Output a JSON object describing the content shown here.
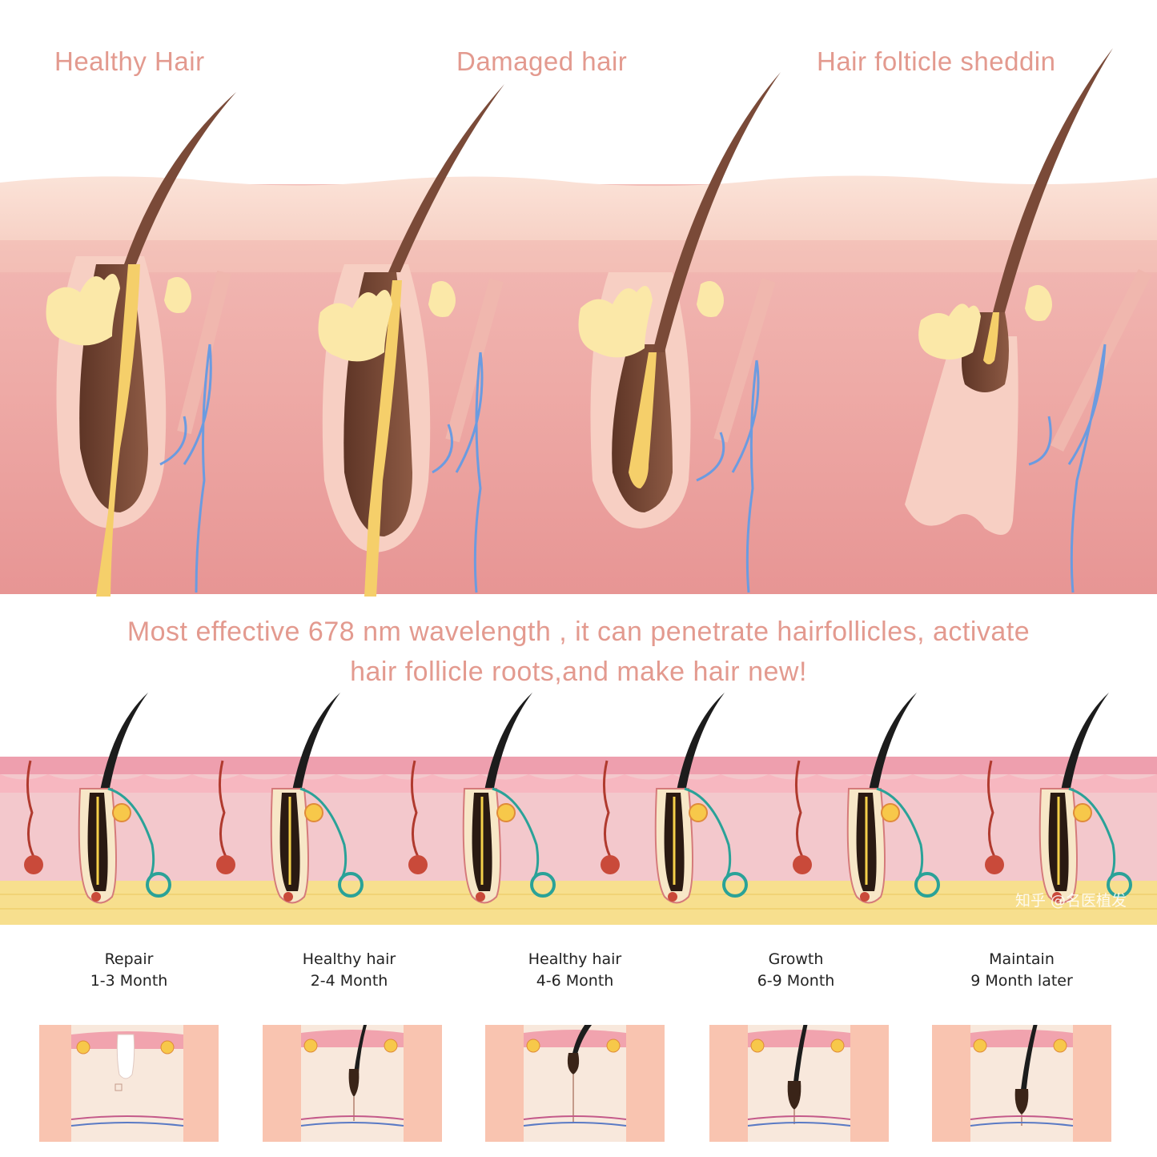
{
  "top_titles": [
    "Healthy Hair",
    "Damaged hair",
    "Hair folticle sheddin"
  ],
  "caption": {
    "line1": "Most effective 678 nm wavelength , it can penetrate hairfollicles, activate",
    "line2": "hair follicle roots,and make hair new!"
  },
  "watermark": "知乎 @名医植发",
  "stages": [
    {
      "name": "Repair",
      "period": "1-3 Month"
    },
    {
      "name": "Healthy hair",
      "period": "2-4 Month"
    },
    {
      "name": "Healthy hair",
      "period": "4-6 Month"
    },
    {
      "name": "Growth",
      "period": "6-9 Month"
    },
    {
      "name": "Maintain",
      "period": "9 Month later"
    }
  ],
  "colors": {
    "title_pink": "#e39a8f",
    "skin_dermis": "#eda8a4",
    "skin_top": "#f8d8cc",
    "hair_brown": "#7a4a38",
    "fat_yellow": "#f7df8e",
    "nerve_blue": "#6b9be0",
    "stage_bg": "#f9c4b0"
  }
}
